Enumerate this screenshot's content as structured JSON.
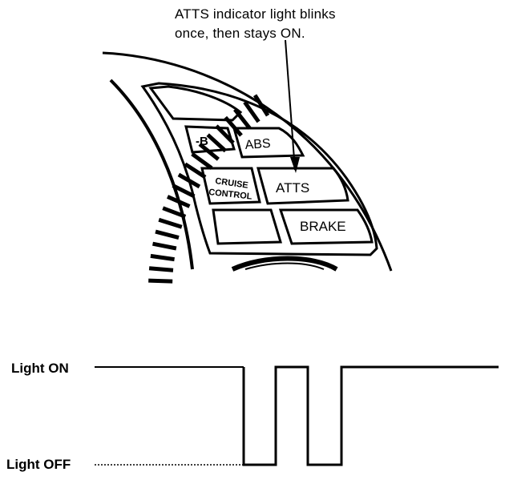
{
  "callout": {
    "line1": "ATTS indicator light blinks",
    "line2": "once, then stays ON."
  },
  "panel": {
    "indicators": [
      {
        "id": "key",
        "label": "-B"
      },
      {
        "id": "abs",
        "label": "ABS"
      },
      {
        "id": "cruise",
        "label_line1": "CRUISE",
        "label_line2": "CONTROL"
      },
      {
        "id": "atts",
        "label": "ATTS"
      },
      {
        "id": "brake",
        "label": "BRAKE"
      }
    ]
  },
  "timing": {
    "on_label": "Light ON",
    "off_label": "Light OFF"
  }
}
